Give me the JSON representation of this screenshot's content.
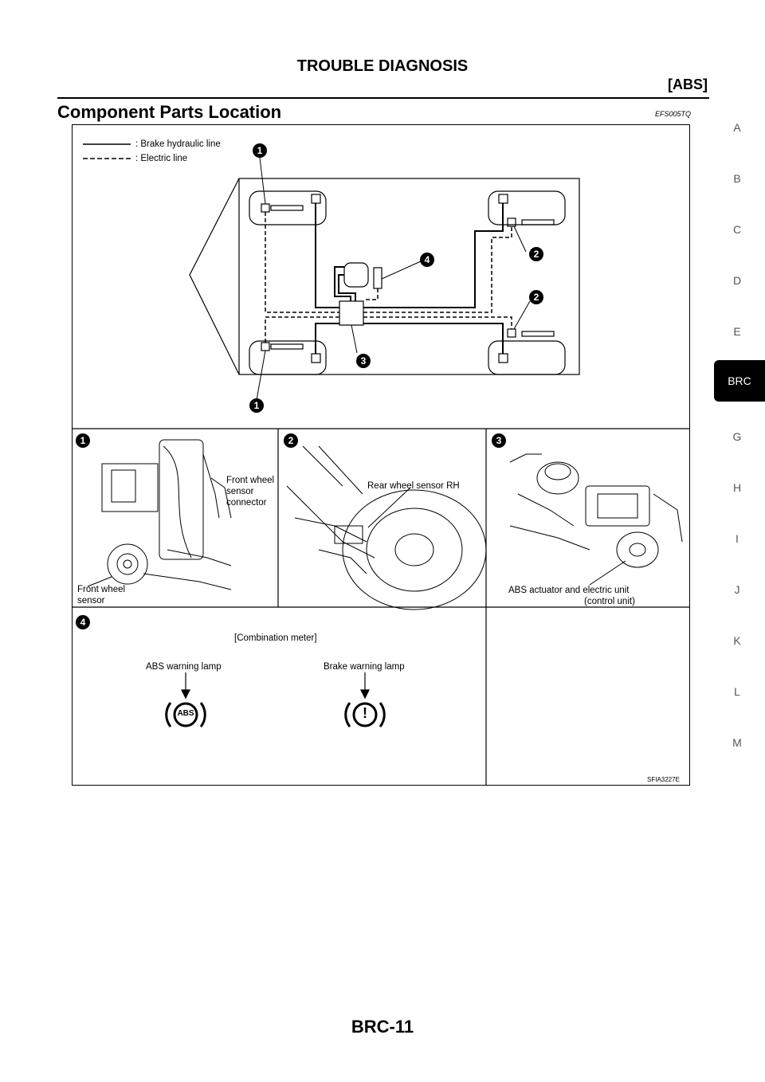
{
  "header": {
    "title": "TROUBLE DIAGNOSIS",
    "section": "[ABS]"
  },
  "section_title": "Component Parts Location",
  "doc_code": "EFS005TQ",
  "side_index": [
    "A",
    "B",
    "C",
    "D",
    "E",
    "BRC",
    "G",
    "H",
    "I",
    "J",
    "K",
    "L",
    "M"
  ],
  "active_tab": "BRC",
  "legend": {
    "hydraulic": ": Brake hydraulic line",
    "electric": ": Electric line"
  },
  "callouts": [
    "1",
    "2",
    "3",
    "4"
  ],
  "panels": {
    "p1": {
      "number": "1",
      "label_connector_1": "Front wheel",
      "label_connector_2": "sensor",
      "label_connector_3": "connector",
      "label_sensor_1": "Front wheel",
      "label_sensor_2": "sensor"
    },
    "p2": {
      "number": "2",
      "label": "Rear wheel sensor RH"
    },
    "p3": {
      "number": "3",
      "label_1": "ABS actuator and electric unit",
      "label_2": "(control unit)"
    },
    "p4": {
      "number": "4",
      "title": "[Combination meter]",
      "abs_lamp": "ABS warning lamp",
      "brake_lamp": "Brake warning lamp",
      "abs_symbol": "ABS",
      "brake_symbol": "!"
    }
  },
  "figure_code": "SFIA3227E",
  "page_number": "BRC-11"
}
